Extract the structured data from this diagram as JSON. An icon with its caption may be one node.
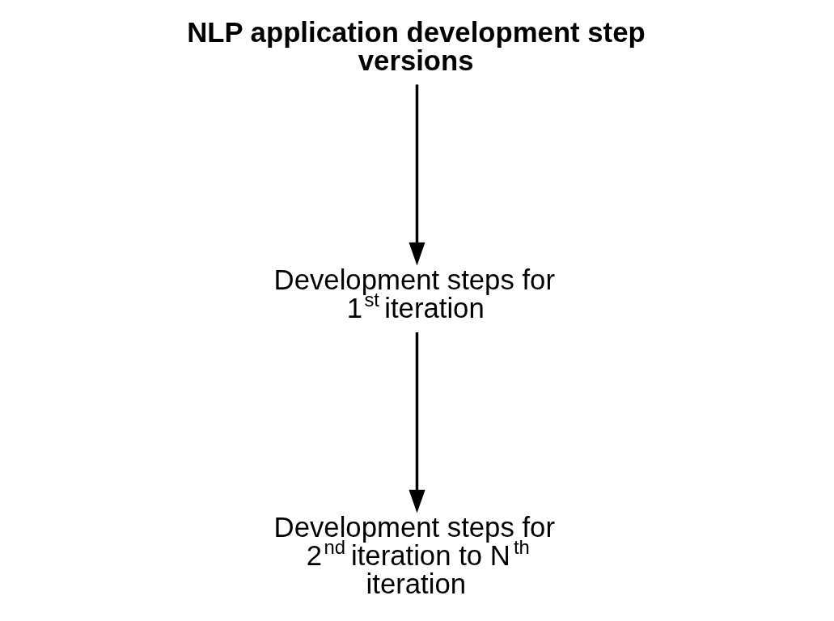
{
  "diagram": {
    "nodes": [
      {
        "text": [
          "NLP application development step versions"
        ]
      },
      {
        "text": [
          "Development steps for 1$^{st}$ iteration"
        ]
      },
      {
        "text": [
          "Development steps for 2$^{nd}$ iteration to N$^{th}$ iteration"
        ]
      }
    ],
    "edges": [
      {
        "from": 0,
        "to": 1,
        "arrow": "to"
      },
      {
        "from": 1,
        "to": 2,
        "arrow": "to"
      }
    ]
  }
}
